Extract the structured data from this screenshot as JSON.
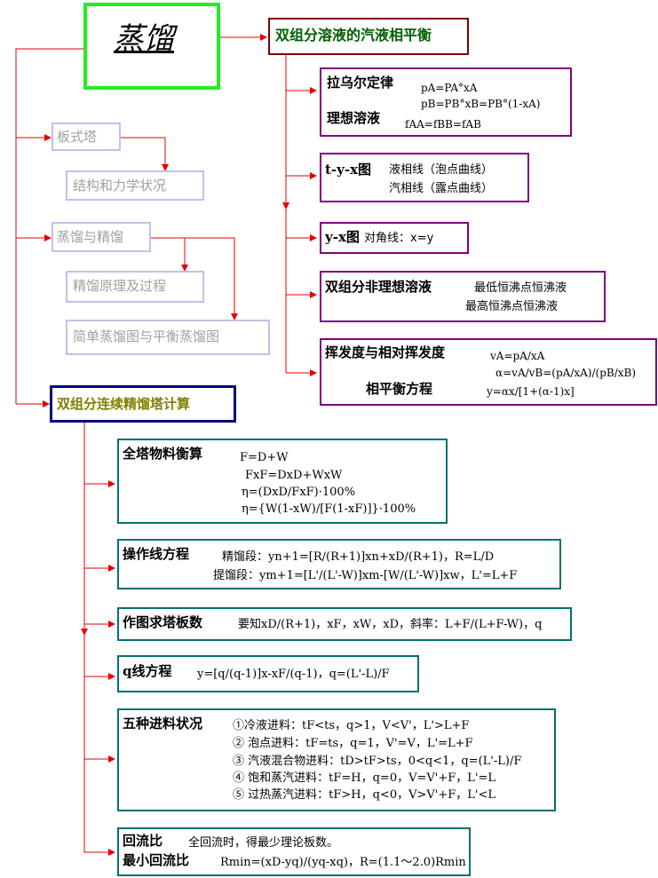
{
  "title": "蒸馏",
  "colors": {
    "arrow": "#e00000",
    "green": "#22ee22",
    "maroon": "#800000",
    "purple": "#800080",
    "teal": "#007070",
    "navy": "#000080",
    "gray_border": "#c0c0ee",
    "olive": "#808000"
  },
  "left": {
    "plate_tower": "板式塔",
    "structure": "结构和力学状况",
    "distill_rectify": "蒸馏与精馏",
    "principle": "精馏原理及过程",
    "simple": "简单蒸馏图与平衡蒸馏图",
    "continuous": "双组分连续精馏塔计算"
  },
  "equilibrium": {
    "header": "双组分溶液的汽液相平衡",
    "raoult_title": "拉乌尔定律",
    "raoult_pa": "pA=PA°xA",
    "raoult_pb": "pB=PB°xB=PB°(1-xA)",
    "ideal_title": "理想溶液",
    "ideal_f": "fAA=fBB=fAB",
    "tyx_title": "t-y-x图",
    "tyx_liquid": "液相线（泡点曲线）",
    "tyx_vapor": "汽相线（露点曲线）",
    "yx_title": "y-x图",
    "yx_text": "对角线：x=y",
    "nonideal_title": "双组分非理想溶液",
    "nonideal_min": "最低恒沸点恒沸液",
    "nonideal_max": "最高恒沸点恒沸液",
    "vol_title": "挥发度与相对挥发度",
    "vol_va": "vA=pA/xA",
    "vol_alpha": "α=vA/vB=(pA/xA)/(pB/xB)",
    "vol_eq_title": "相平衡方程",
    "vol_eq": "y=αx/[1+(α-1)x]"
  },
  "calc": {
    "material_title": "全塔物料衡算",
    "material_1": "F=D+W",
    "material_2": "FxF=DxD+WxW",
    "material_3": "η=(DxD/FxF)·100%",
    "material_4": "η={W(1-xW)/[F(1-xF)]}·100%",
    "op_title": "操作线方程",
    "op_rect": "精馏段：yn+1=[R/(R+1)]xn+xD/(R+1)，R=L/D",
    "op_strip": "提馏段：ym+1=[L'/(L'-W)]xm-[W/(L'-W)]xw，L'=L+F",
    "plates_title": "作图求塔板数",
    "plates_text": "要知xD/(R+1)，xF，xW，xD，斜率：L+F/(L+F-W)，q",
    "q_title": "q线方程",
    "q_text": "y=[q/(q-1)]x-xF/(q-1)，q=(L'-L)/F",
    "feed_title": "五种进料状况",
    "feed_1": "①冷液进料：tF<ts，q>1，V<V'，L'>L+F",
    "feed_2": "② 泡点进料：tF=ts，q=1，V'=V，L'=L+F",
    "feed_3": "③ 汽液混合物进料：tD>tF>ts，0<q<1，q=(L'-L)/F",
    "feed_4": "④ 饱和蒸汽进料：tF=H，q=0，V=V'+F，L'=L",
    "feed_5": "⑤ 过热蒸汽进料：tF>H，q<0，V>V'+F，L'<L",
    "reflux_title": "回流比",
    "reflux_text": "全回流时，得最少理论板数。",
    "minreflux_title": "最小回流比",
    "minreflux_text": "Rmin=(xD-yq)/(yq-xq)，R=(1.1～2.0)Rmin"
  }
}
